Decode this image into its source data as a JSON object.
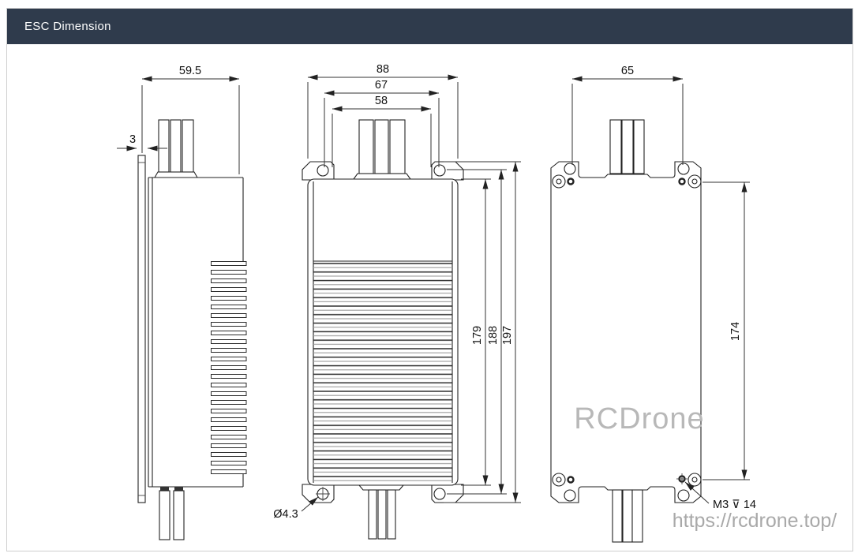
{
  "header": {
    "title": "ESC Dimension"
  },
  "side_view": {
    "width_dim": "59.5",
    "plate_thickness_dim": "3"
  },
  "front_view": {
    "outer_width_dim": "88",
    "hole_span_dim": "67",
    "inner_span_dim": "58",
    "body_height_dim": "179",
    "hole_height_dim": "188",
    "overall_height_dim": "197",
    "hole_diameter_callout": "Ø4.3"
  },
  "bottom_view": {
    "hole_span_dim": "65",
    "screw_span_dim": "174",
    "thread_callout": "M3 ⊽ 14"
  },
  "watermark": {
    "brand": "RCDrone",
    "url": "https://rcdrone.top/"
  },
  "colors": {
    "header_bg": "#2f3b4c",
    "header_text": "#ffffff",
    "line": "#222222",
    "watermark": "#b8b8b8"
  }
}
